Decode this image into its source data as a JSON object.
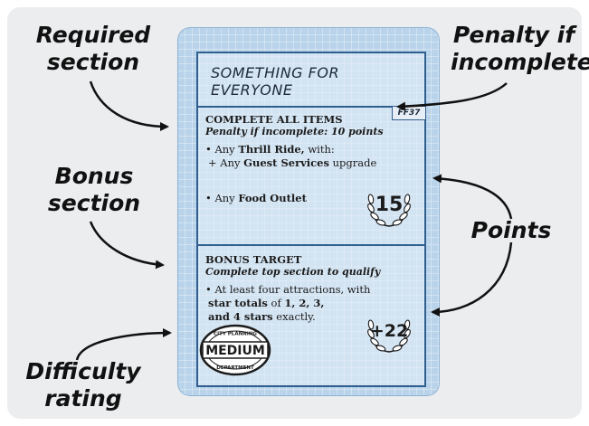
{
  "callouts": {
    "required": [
      "Required",
      "section"
    ],
    "penalty": [
      "Penalty if",
      "incomplete"
    ],
    "bonus": [
      "Bonus",
      "section"
    ],
    "points": "Points",
    "difficulty": [
      "Difficulty",
      "rating"
    ]
  },
  "card": {
    "title": "SOMETHING FOR EVERYONE",
    "code": "FF37",
    "required": {
      "heading": "COMPLETE ALL ITEMS",
      "penalty": "Penalty if incomplete: 10 points",
      "item1_prefix": "• Any ",
      "item1_bold": "Thrill Ride,",
      "item1_suffix": " with:",
      "item2_prefix": "+ Any ",
      "item2_bold": "Guest Services",
      "item2_suffix": " upgrade",
      "item3_prefix": "• Any ",
      "item3_bold": "Food Outlet",
      "points": "15"
    },
    "bonus": {
      "heading": "BONUS TARGET",
      "sub": "Complete top section to qualify",
      "line1": "• At least four attractions, with",
      "line2_bold": "star totals",
      "line2_mid": " of ",
      "line2_bold2": "1, 2, 3,",
      "line3_bold": "and 4 stars",
      "line3_suffix": " exactly.",
      "points": "+22"
    },
    "stamp": {
      "top_text": "CITY PLANNING",
      "rating": "MEDIUM",
      "bottom_text": "DEPARTMENT"
    }
  },
  "colors": {
    "card": "#b9d3ea",
    "frame": "#2f5f8f",
    "panel": "#ebedef"
  }
}
